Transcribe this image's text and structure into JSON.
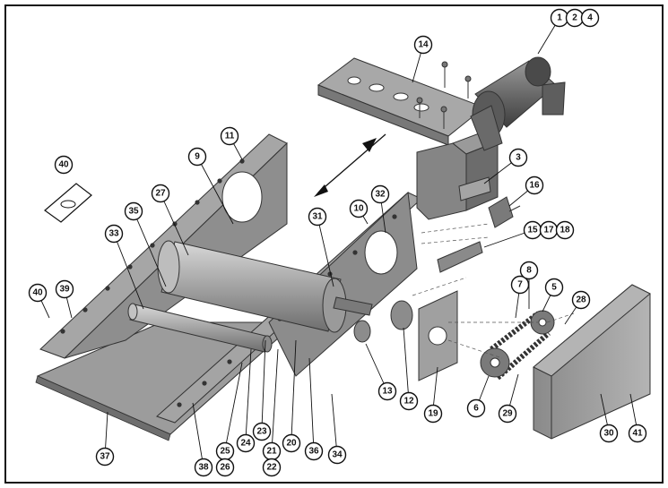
{
  "callouts": {
    "c1": "1",
    "c2": "2",
    "c3": "3",
    "c4": "4",
    "c5": "5",
    "c6": "6",
    "c7": "7",
    "c8": "8",
    "c9": "9",
    "c10": "10",
    "c11": "11",
    "c12": "12",
    "c13": "13",
    "c14": "14",
    "c15": "15",
    "c16": "16",
    "c17": "17",
    "c18": "18",
    "c19": "19",
    "c20": "20",
    "c21": "21",
    "c22": "22",
    "c23": "23",
    "c24": "24",
    "c25": "25",
    "c26": "26",
    "c27": "27",
    "c28": "28",
    "c29": "29",
    "c30": "30",
    "c31": "31",
    "c32": "32",
    "c33": "33",
    "c34": "34",
    "c35": "35",
    "c36": "36",
    "c37": "37",
    "c38": "38",
    "c39": "39",
    "c40a": "40",
    "c40b": "40",
    "c41": "41"
  }
}
